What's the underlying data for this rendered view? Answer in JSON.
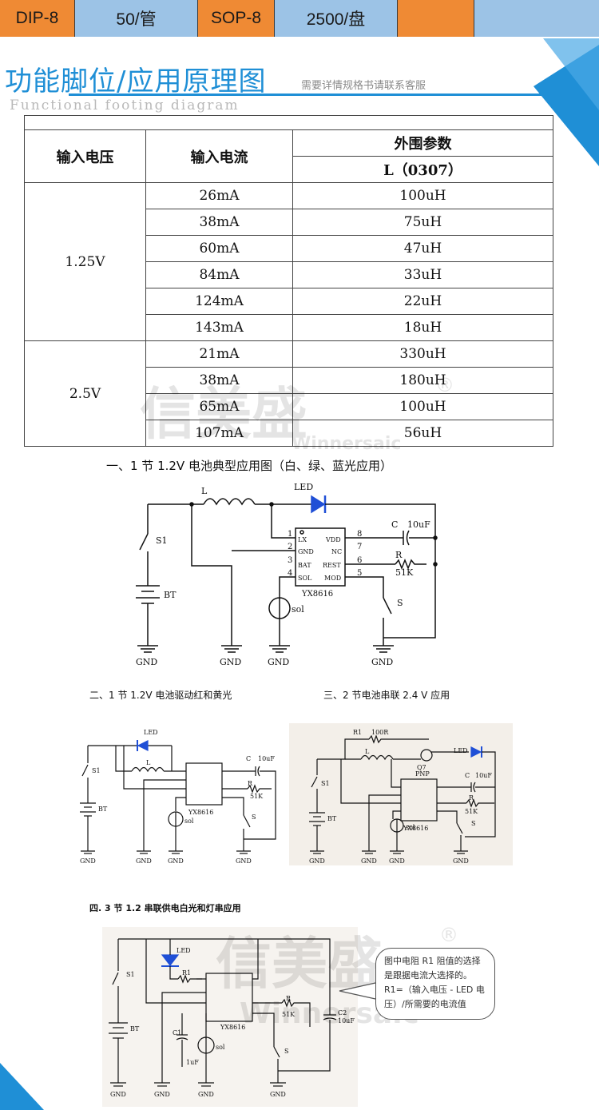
{
  "package_bar": [
    {
      "text": "DIP-8",
      "color": "#ef8a34"
    },
    {
      "text": "50/管",
      "color": "#9cc3e6"
    },
    {
      "text": "SOP-8",
      "color": "#ef8a34"
    },
    {
      "text": "2500/盘",
      "color": "#9cc3e6"
    },
    {
      "text": "",
      "color": "#ef8a34"
    },
    {
      "text": "",
      "color": "#9cc3e6"
    }
  ],
  "heading": {
    "title": "功能脚位/应用原理图",
    "note": "需要详情规格书请联系客服",
    "subtitle_en": "Functional footing diagram"
  },
  "table": {
    "headers": {
      "input_voltage": "输入电压",
      "input_current": "输入电流",
      "external_params": "外围参数",
      "inductor": "L（0307）"
    },
    "groups": [
      {
        "voltage": "1.25V",
        "rows": [
          {
            "current": "26mA",
            "inductance": "100uH"
          },
          {
            "current": "38mA",
            "inductance": "75uH"
          },
          {
            "current": "60mA",
            "inductance": "47uH"
          },
          {
            "current": "84mA",
            "inductance": "33uH"
          },
          {
            "current": "124mA",
            "inductance": "22uH"
          },
          {
            "current": "143mA",
            "inductance": "18uH"
          }
        ]
      },
      {
        "voltage": "2.5V",
        "rows": [
          {
            "current": "21mA",
            "inductance": "330uH"
          },
          {
            "current": "38mA",
            "inductance": "180uH"
          },
          {
            "current": "65mA",
            "inductance": "100uH"
          },
          {
            "current": "107mA",
            "inductance": "56uH"
          }
        ]
      }
    ]
  },
  "watermark": {
    "brand": "信美盛",
    "brand_en": "Winnersaic",
    "reg": "®"
  },
  "captions": {
    "c1": "一、1 节 1.2V 电池典型应用图（白、绿、蓝光应用）",
    "c2": "二、1 节 1.2V 电池驱动红和黄光",
    "c3": "三、2 节电池串联 2.4 V 应用",
    "c4": "四. 3 节 1.2 串联供电白光和灯串应用"
  },
  "schematic": {
    "chip": "YX8616",
    "pins_left": [
      "LX",
      "GND",
      "BAT",
      "SOL"
    ],
    "pins_right": [
      "VDD",
      "NC",
      "REST",
      "MOD"
    ],
    "pin_nums_left": [
      "1",
      "2",
      "3",
      "4"
    ],
    "pin_nums_right": [
      "8",
      "7",
      "6",
      "5"
    ],
    "L": "L",
    "LED": "LED",
    "C": "C",
    "cap_value": "10uF",
    "R": "R",
    "res_value": "51K",
    "S1": "S1",
    "S": "S",
    "BT": "BT",
    "GND": "GND",
    "sol": "sol",
    "R1": "R1",
    "R1_value": "100R",
    "Q7": "Q7",
    "PNP": "PNP",
    "C1": "C1",
    "C1_value": "1uF",
    "C2": "C2"
  },
  "note": {
    "line1": "图中电阻 R1 阻值的选择",
    "line2": "是跟据电流大选择的。",
    "line3": "R1=（输入电压 - LED 电",
    "line4": "压）/所需要的电流值"
  }
}
